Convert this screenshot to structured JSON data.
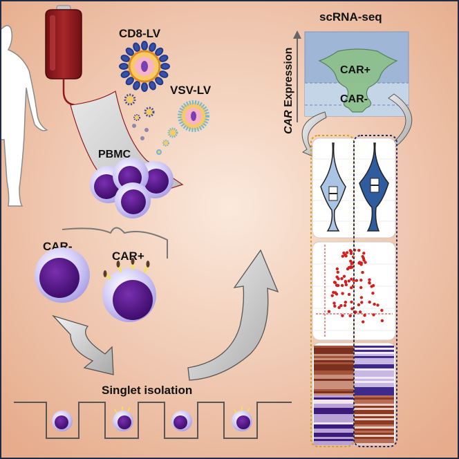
{
  "labels": {
    "cd8_lv": "CD8-LV",
    "vsv_lv": "VSV-LV",
    "pbmc": "PBMC",
    "car_neg": "CAR-",
    "car_pos": "CAR+",
    "singlet_isolation": "Singlet isolation",
    "scrna_seq": "scRNA-seq",
    "car_expression_italic": "CAR",
    "car_expression_rest": " Expression",
    "density_car_pos": "CAR+",
    "density_car_neg": "CAR-"
  },
  "colors": {
    "background_center": "#f6dccb",
    "background_edge": "#e2a98a",
    "blood_bag": "#8e1b1e",
    "cell_nucleus": "#4a0f7a",
    "cell_membrane": "#c7bff0",
    "virus_envelope": "#f2a33a",
    "virus_spikes_cd8": "#3a4fa8",
    "virus_spikes_vsv": "#6fb8d9",
    "violin_light": "#a9c4e4",
    "violin_dark": "#2f5c9f",
    "scatter_points": "#d21f1f",
    "density_green": "#8fbf8f",
    "expression_panel": "#9fb8d8",
    "arrow_gray": "#cfcfcf"
  }
}
